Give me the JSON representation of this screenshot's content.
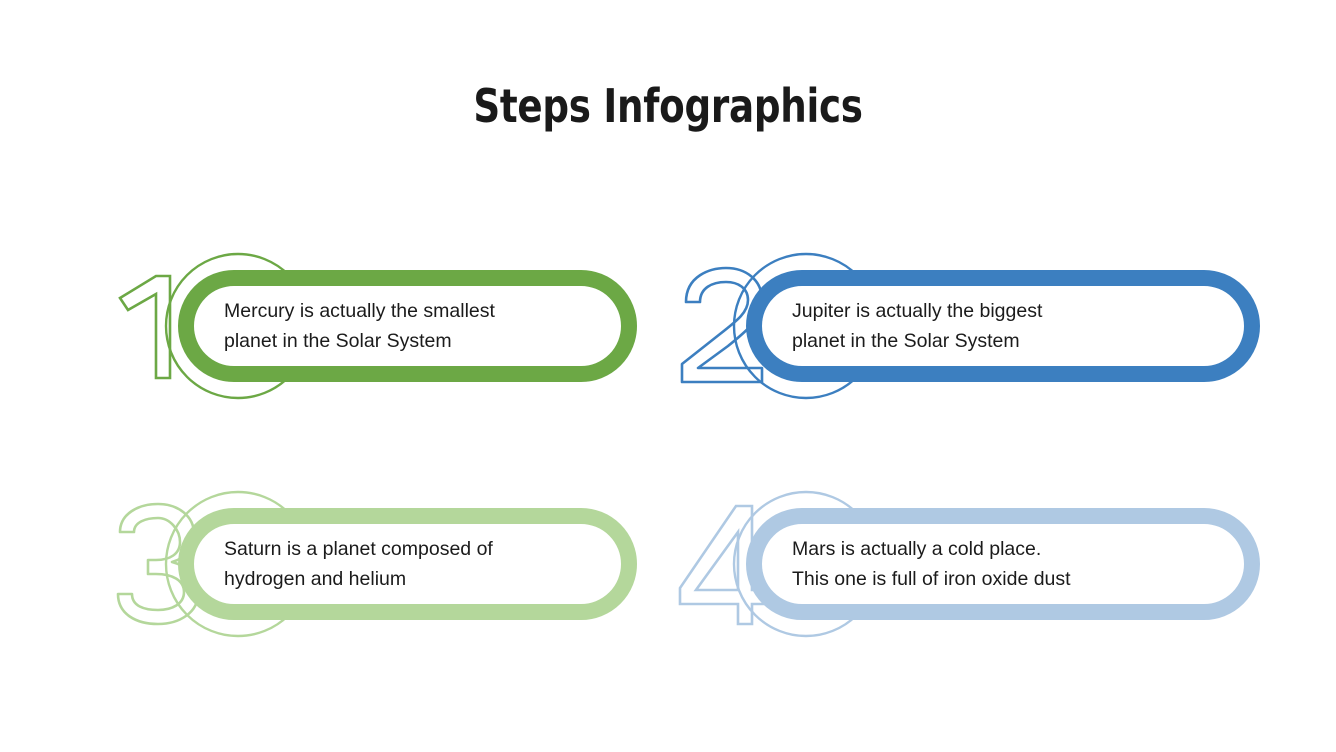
{
  "slide": {
    "title": "Steps Infographics",
    "background_color": "#ffffff",
    "text_color": "#1b1b1b"
  },
  "steps": [
    {
      "number": "1",
      "accent_color": "#6CA845",
      "line1": "Mercury is actually the smallest",
      "line2": "planet in the Solar System",
      "text": "Mercury is actually the smallest\nplanet in the Solar System"
    },
    {
      "number": "2",
      "accent_color": "#3C7FC0",
      "line1": "Jupiter is actually the biggest",
      "line2": "planet in the Solar System",
      "text": "Jupiter is actually the biggest\nplanet in the Solar System"
    },
    {
      "number": "3",
      "accent_color": "#B4D79B",
      "line1": "Saturn is a planet composed of",
      "line2": "hydrogen and helium",
      "text": "Saturn is a planet composed of\nhydrogen and helium"
    },
    {
      "number": "4",
      "accent_color": "#AFC9E3",
      "line1": "Mars is actually a cold place.",
      "line2": "This one is full of iron oxide dust",
      "text": "Mars is actually a cold place.\nThis one is full of iron oxide dust"
    }
  ]
}
